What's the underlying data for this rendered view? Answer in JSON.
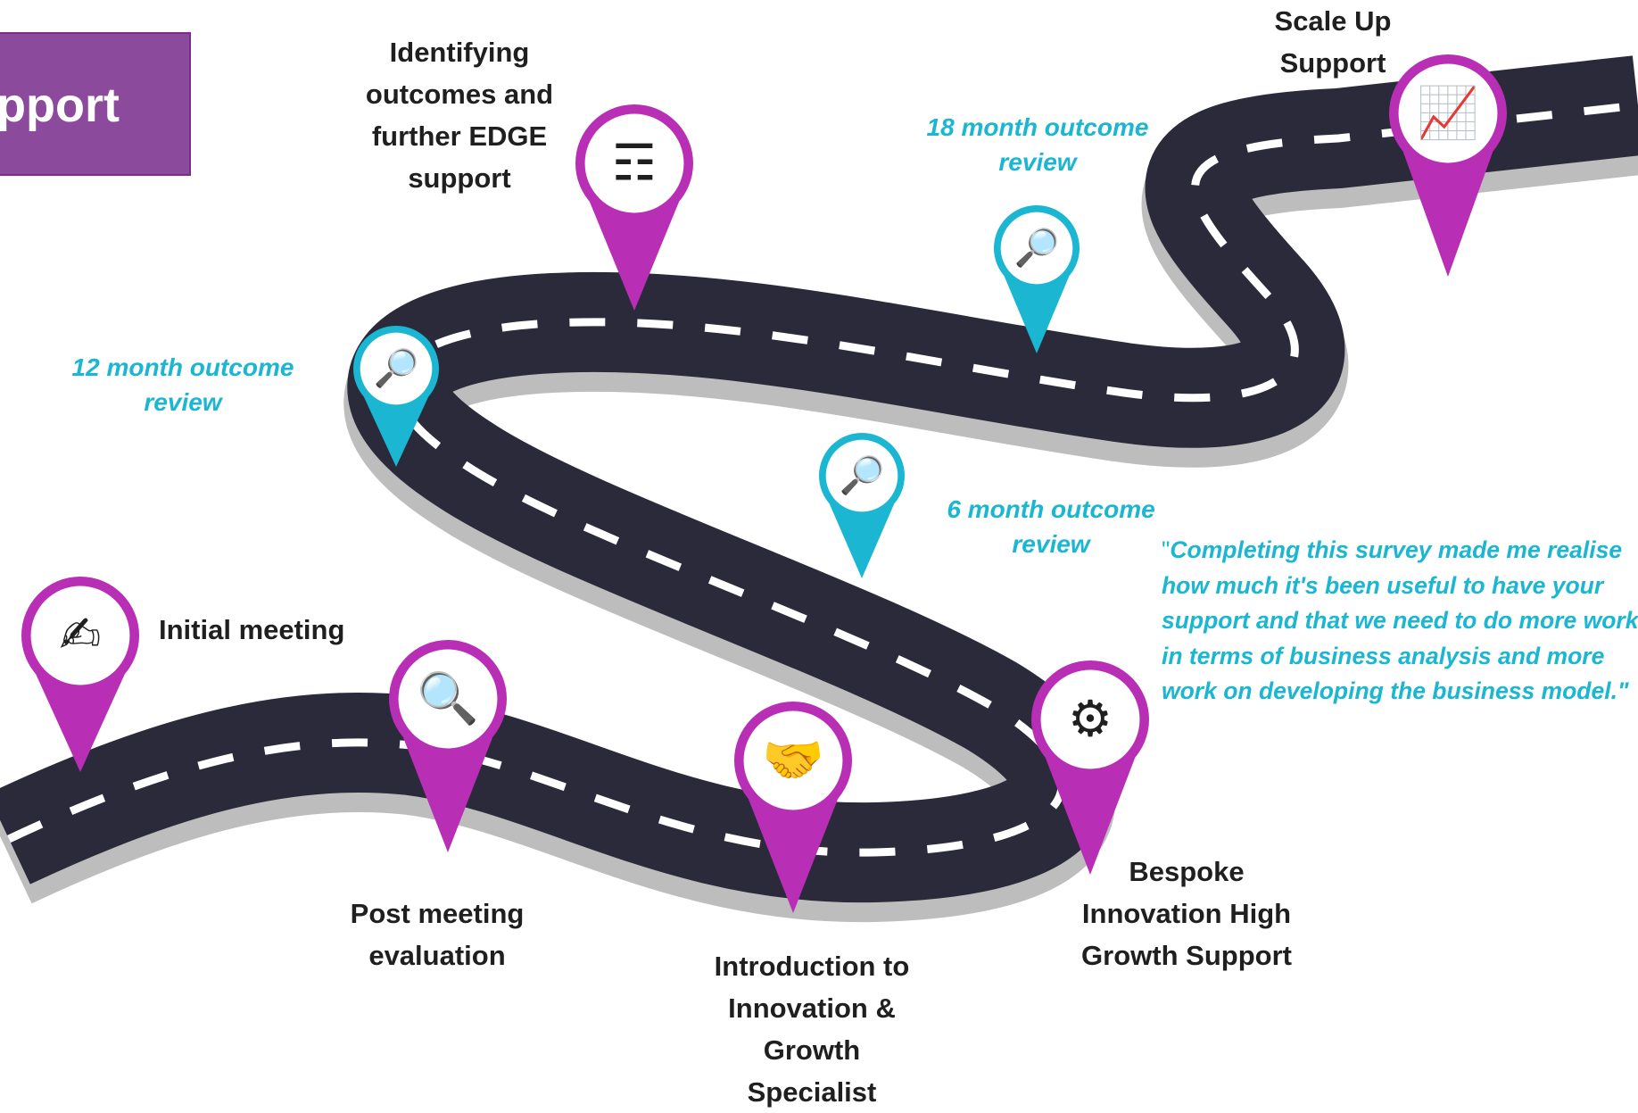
{
  "header": {
    "title": "",
    "support_box_text": "pport"
  },
  "milestones": [
    {
      "id": "initial-meeting",
      "label": "Initial meeting",
      "icon": "checklist-pen-icon",
      "color": "#b82eb5"
    },
    {
      "id": "post-meeting",
      "label": "Post meeting evaluation",
      "icon": "document-magnifier-icon",
      "color": "#b82eb5"
    },
    {
      "id": "introduction",
      "label": "Introduction to Innovation & Growth Specialist",
      "icon": "handshake-icon",
      "color": "#b82eb5"
    },
    {
      "id": "bespoke",
      "label": "Bespoke Innovation High Growth Support",
      "icon": "lightbulb-gear-icon",
      "color": "#b82eb5"
    },
    {
      "id": "review-6",
      "label": "6 month outcome review",
      "icon": "analytics-magnifier-icon",
      "color": "#1ab6d2"
    },
    {
      "id": "review-12",
      "label": "12 month outcome review",
      "icon": "analytics-magnifier-icon",
      "color": "#1ab6d2"
    },
    {
      "id": "identifying",
      "label": "Identifying outcomes and further EDGE support",
      "icon": "meeting-table-icon",
      "color": "#b82eb5"
    },
    {
      "id": "review-18",
      "label": "18 month outcome review",
      "icon": "analytics-magnifier-icon",
      "color": "#1ab6d2"
    },
    {
      "id": "scale-up",
      "label": "Scale Up Support",
      "icon": "growth-chart-icon",
      "color": "#b82eb5"
    }
  ],
  "labels": {
    "initial": "Initial meeting",
    "post": [
      "Post meeting",
      "evaluation"
    ],
    "intro": [
      "Introduction to",
      "Innovation &",
      "Growth",
      "Specialist"
    ],
    "bespoke": [
      "Bespoke",
      "Innovation High",
      "Growth Support"
    ],
    "identifying": [
      "Identifying",
      "outcomes and",
      "further EDGE",
      "support"
    ],
    "scale": [
      "Scale Up",
      "Support"
    ],
    "r12": [
      "12 month outcome",
      "review"
    ],
    "r18": [
      "18 month outcome",
      "review"
    ],
    "r6": [
      "6 month outcome",
      "review"
    ]
  },
  "quote": {
    "open_mark": "\"",
    "text": "Completing this survey made me realise how much it's been useful to have your support and that we need to do more work in terms of business analysis and more work on developing the business model.\""
  },
  "colors": {
    "road": "#2b2a3a",
    "road_edge": "#c9c9c9",
    "dash": "#ffffff",
    "purple": "#b82eb5",
    "teal": "#1ab6d2"
  }
}
